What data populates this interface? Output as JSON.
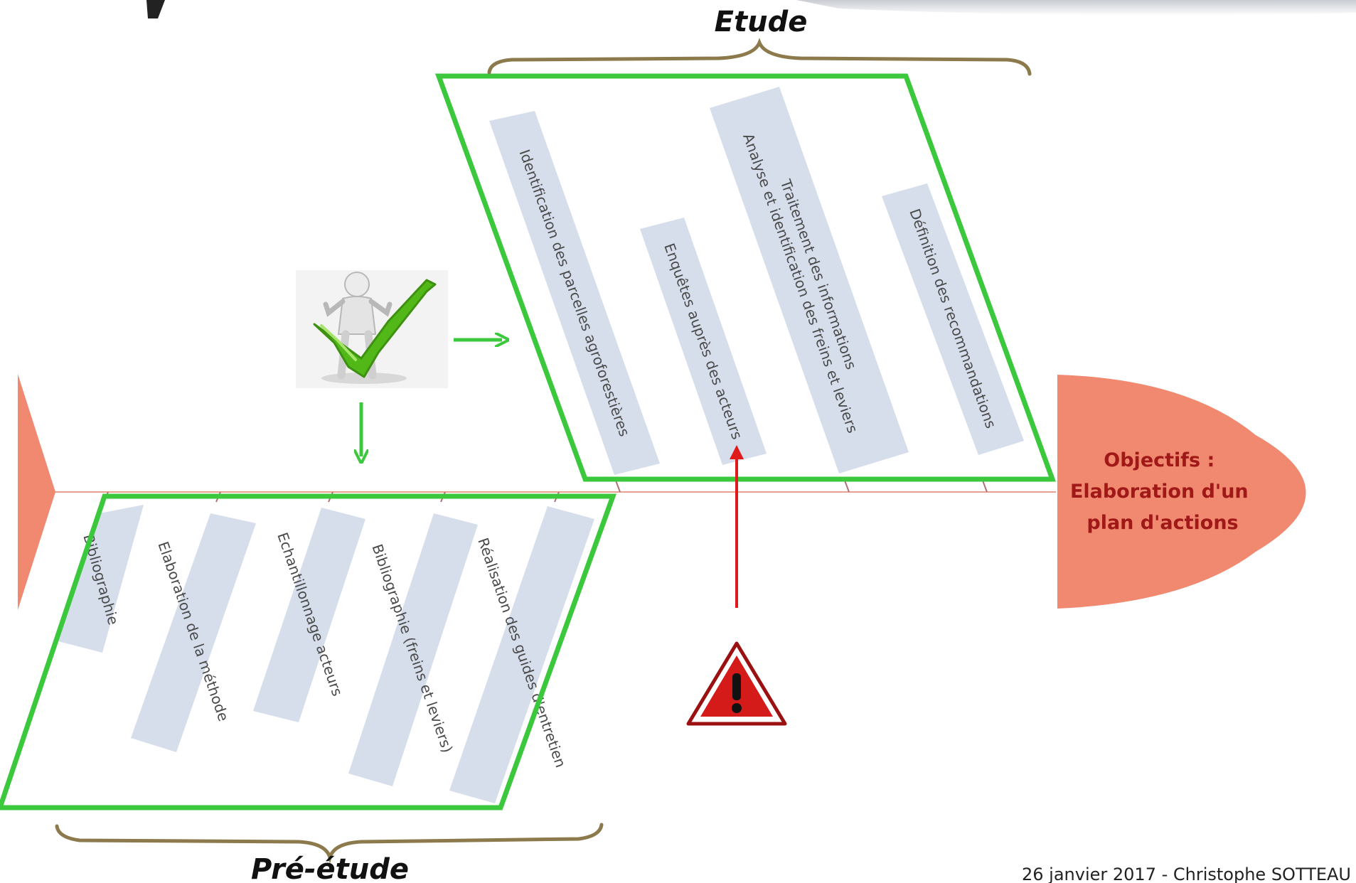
{
  "objective": {
    "lines": [
      "Objectifs :",
      "Elaboration d'un",
      "plan d'actions"
    ]
  },
  "etude": {
    "label": "Etude",
    "boxes": [
      {
        "lines": [
          "Identification des parcelles agroforestières"
        ]
      },
      {
        "lines": [
          "Enquêtes auprès des acteurs"
        ]
      },
      {
        "lines": [
          "Traitement des informations",
          "Analyse et identification des freins et leviers"
        ]
      },
      {
        "lines": [
          "Définition des recommandations"
        ]
      }
    ]
  },
  "pre_etude": {
    "label": "Pré-étude",
    "boxes": [
      {
        "lines": [
          "Bibliographie"
        ]
      },
      {
        "lines": [
          "Elaboration de la méthode"
        ]
      },
      {
        "lines": [
          "Echantillonnage acteurs"
        ]
      },
      {
        "lines": [
          "Bibliographie (freins et leviers)"
        ]
      },
      {
        "lines": [
          "Réalisation des guides d'entretien"
        ]
      }
    ]
  },
  "icons": {
    "checkmark": "person-with-checkmark-icon",
    "warning": "warning-triangle-icon"
  },
  "colors": {
    "highlight": "#3cc83c",
    "spine": "#e8a090",
    "head": "#f0896f",
    "box_fill": "#d6deec",
    "brace": "#8c7a4c",
    "alert_arrow": "#e01a1a"
  },
  "footer": {
    "text": "26 janvier 2017 - Christophe SOTTEAU"
  }
}
